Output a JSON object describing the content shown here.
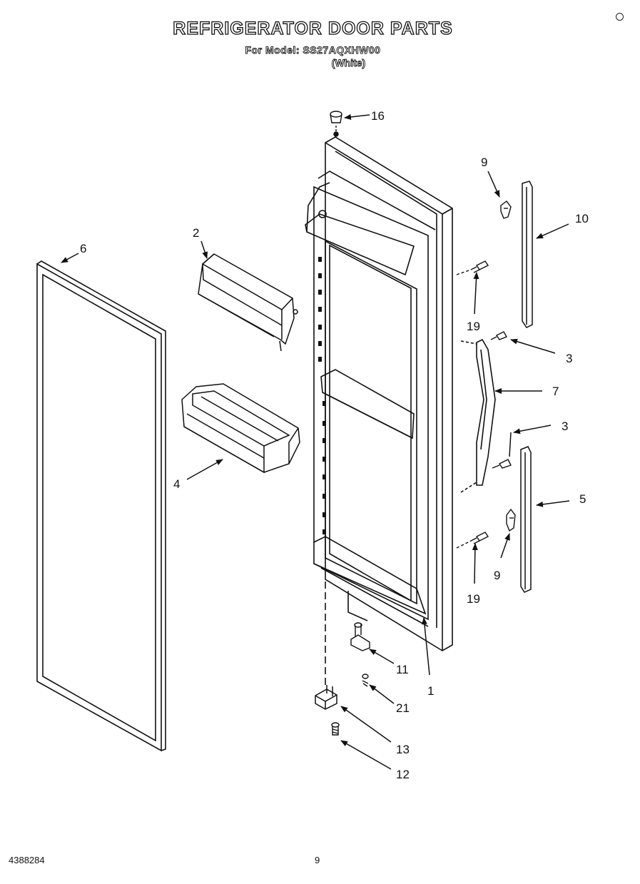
{
  "header": {
    "title": "REFRIGERATOR DOOR PARTS",
    "model_line": "For Model: SS27AQXHW00",
    "color_line": "(White)"
  },
  "callouts": {
    "c1": "1",
    "c2": "2",
    "c3a": "3",
    "c3b": "3",
    "c4": "4",
    "c5": "5",
    "c6": "6",
    "c7": "7",
    "c9a": "9",
    "c9b": "9",
    "c10": "10",
    "c11": "11",
    "c12": "12",
    "c13": "13",
    "c16": "16",
    "c19a": "19",
    "c19b": "19",
    "c21": "21"
  },
  "footer": {
    "doc_number": "4388284",
    "page_number": "9"
  }
}
